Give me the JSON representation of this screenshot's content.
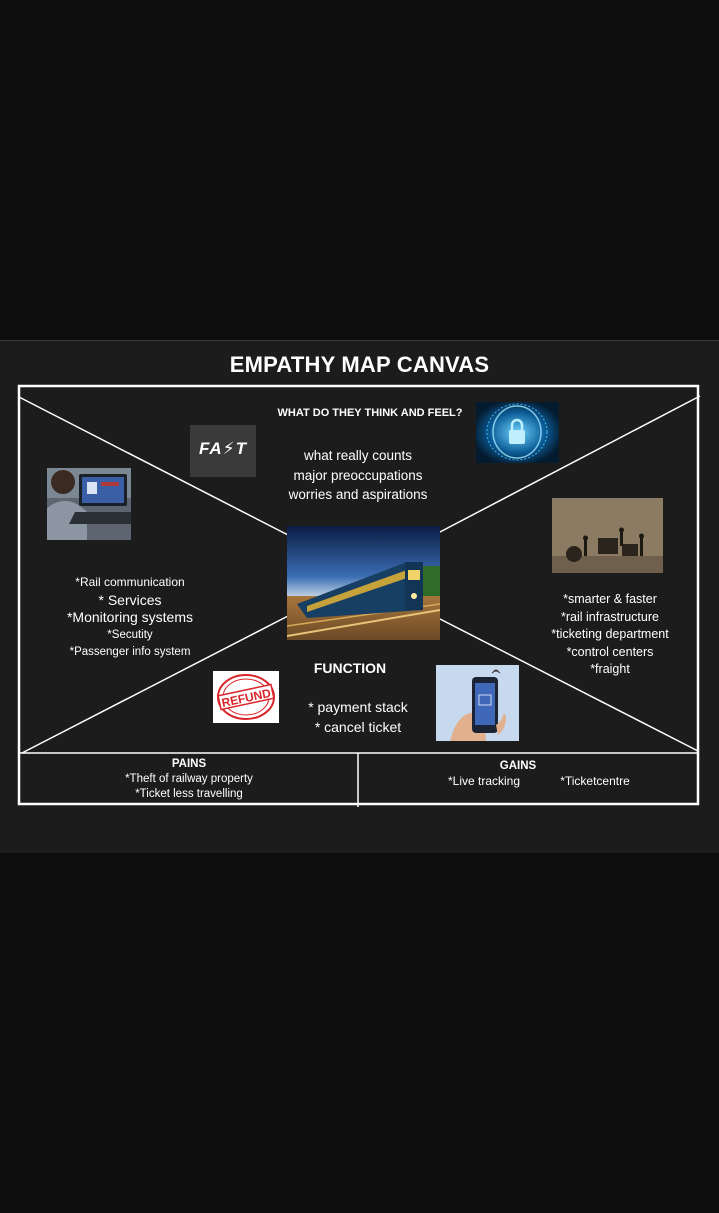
{
  "title": "EMPATHY MAP CANVAS",
  "think_feel": {
    "heading": "WHAT DO THEY THINK AND FEEL?",
    "lines": [
      "what really counts",
      "major preoccupations",
      "worries and aspirations"
    ]
  },
  "says": {
    "lines": [
      "*Rail communication",
      "* Services",
      "*Monitoring systems",
      "*Secutity",
      "*Passenger info system"
    ]
  },
  "does": {
    "lines": [
      "*smarter & faster",
      "*rail infrastructure",
      "*ticketing department",
      "*control centers",
      "*fraight"
    ]
  },
  "function": {
    "heading": "FUNCTION",
    "lines": [
      "* payment stack",
      "* cancel ticket"
    ]
  },
  "pains": {
    "heading": "PAINS",
    "lines": [
      "*Theft of railway property",
      "*Ticket less travelling"
    ]
  },
  "gains": {
    "heading": "GAINS",
    "items": [
      "*Live tracking",
      "*Ticketcentre"
    ]
  },
  "images": {
    "fast_logo_text": "FA⚡T",
    "refund_stamp_text": "REFUND"
  },
  "colors": {
    "page_background": "#0e0e0e",
    "slide_background": "#1c1c1c",
    "frame_lines": "#ffffff",
    "refund_red": "#d9262b"
  }
}
